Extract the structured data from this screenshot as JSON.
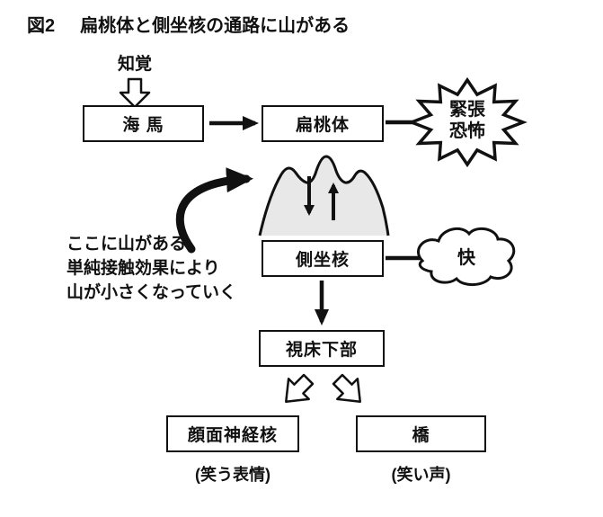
{
  "title": {
    "fig_label": "図2",
    "text": "扁桃体と側坐核の通路に山がある"
  },
  "nodes": {
    "perception": "知覚",
    "hippocampus": "海 馬",
    "amygdala": "扁桃体",
    "accumbens": "側坐核",
    "hypothalamus": "視床下部",
    "facial_nucleus": "顔面神経核",
    "pons": "橋"
  },
  "bubbles": {
    "fear": {
      "line1": "緊張",
      "line2": "恐怖"
    },
    "pleasure": "快"
  },
  "annotation": {
    "line1": "ここに山がある",
    "line2": "単純接触効果により",
    "line3": "山が小さくなっていく"
  },
  "captions": {
    "facial": "(笑う表情)",
    "pons": "(笑い声)"
  },
  "colors": {
    "ink": "#111111",
    "mountain_fill": "#e8e8e8",
    "background": "#ffffff"
  }
}
